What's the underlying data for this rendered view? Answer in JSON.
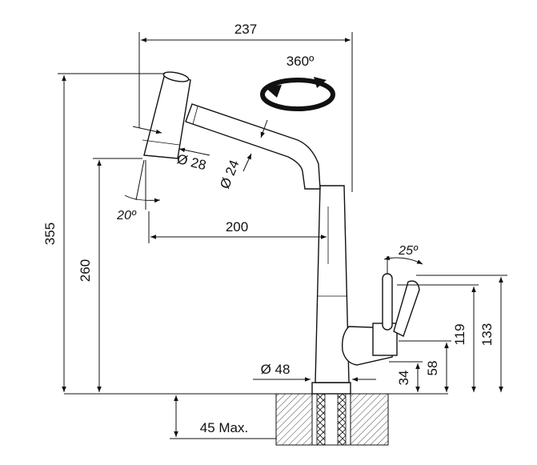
{
  "dimensions": {
    "overall_reach": "237",
    "rotation": "360º",
    "spray_head_diameter": "Ø 28",
    "spout_diameter": "Ø 24",
    "spray_angle": "20º",
    "spout_projection": "200",
    "total_height": "355",
    "spout_height": "260",
    "lever_angle": "25º",
    "lever_height": "133",
    "lever_pivot_height": "119",
    "body_height": "58",
    "base_height": "34",
    "base_diameter": "Ø 48",
    "max_counter_thickness": "45 Max."
  }
}
